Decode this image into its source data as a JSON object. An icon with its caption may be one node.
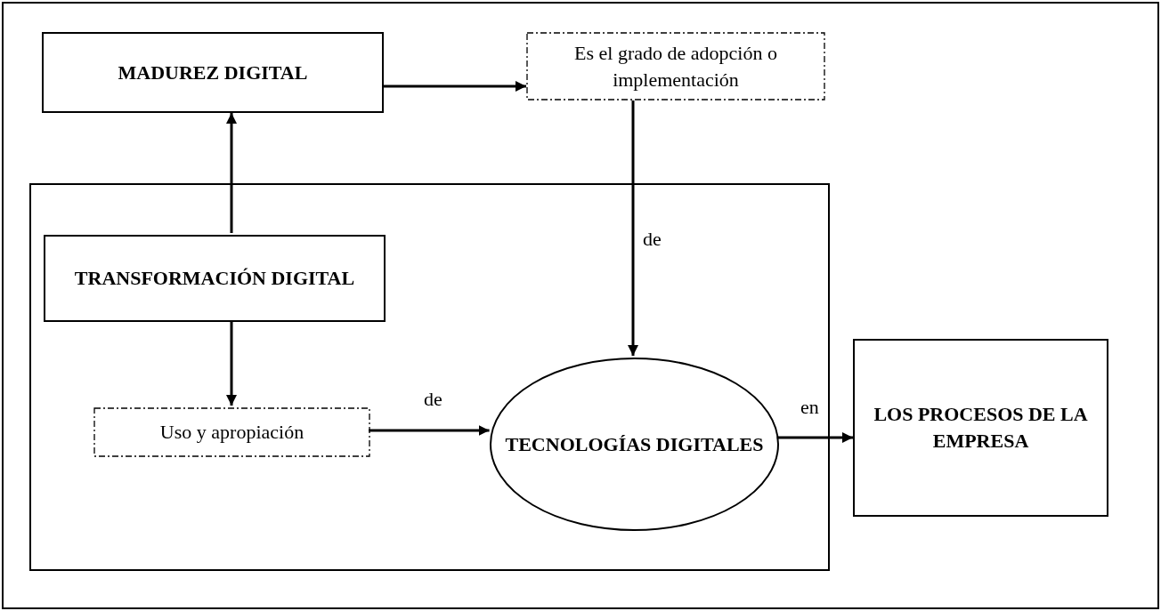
{
  "diagram": {
    "nodes": [
      {
        "text": [
          "MADUREZ DIGITAL"
        ]
      },
      {
        "text": [
          "Es el grado de adopción o implementación"
        ]
      },
      {
        "text": [],
        "shape": "box"
      },
      {
        "text": [
          "TRANSFORMACIÓN DIGITAL"
        ],
        "in": 2
      },
      {
        "text": [
          "Uso y apropiación"
        ],
        "in": 2
      },
      {
        "text": [
          "TECNOLOGÍAS DIGITALES"
        ],
        "in": 2
      },
      {
        "text": [
          "LOS PROCESOS DE LA EMPRESA"
        ]
      }
    ],
    "edges": [
      {
        "from": 3,
        "to": 0,
        "arrow": "to"
      },
      {
        "from": 0,
        "to": 1,
        "arrow": "to"
      },
      {
        "from": 1,
        "to": 5,
        "arrow": "to",
        "label": "de"
      },
      {
        "from": 3,
        "to": 4,
        "arrow": "to"
      },
      {
        "from": 4,
        "to": 5,
        "arrow": "to",
        "label": "de"
      },
      {
        "from": 5,
        "to": 6,
        "arrow": "to",
        "label": "en"
      }
    ]
  }
}
